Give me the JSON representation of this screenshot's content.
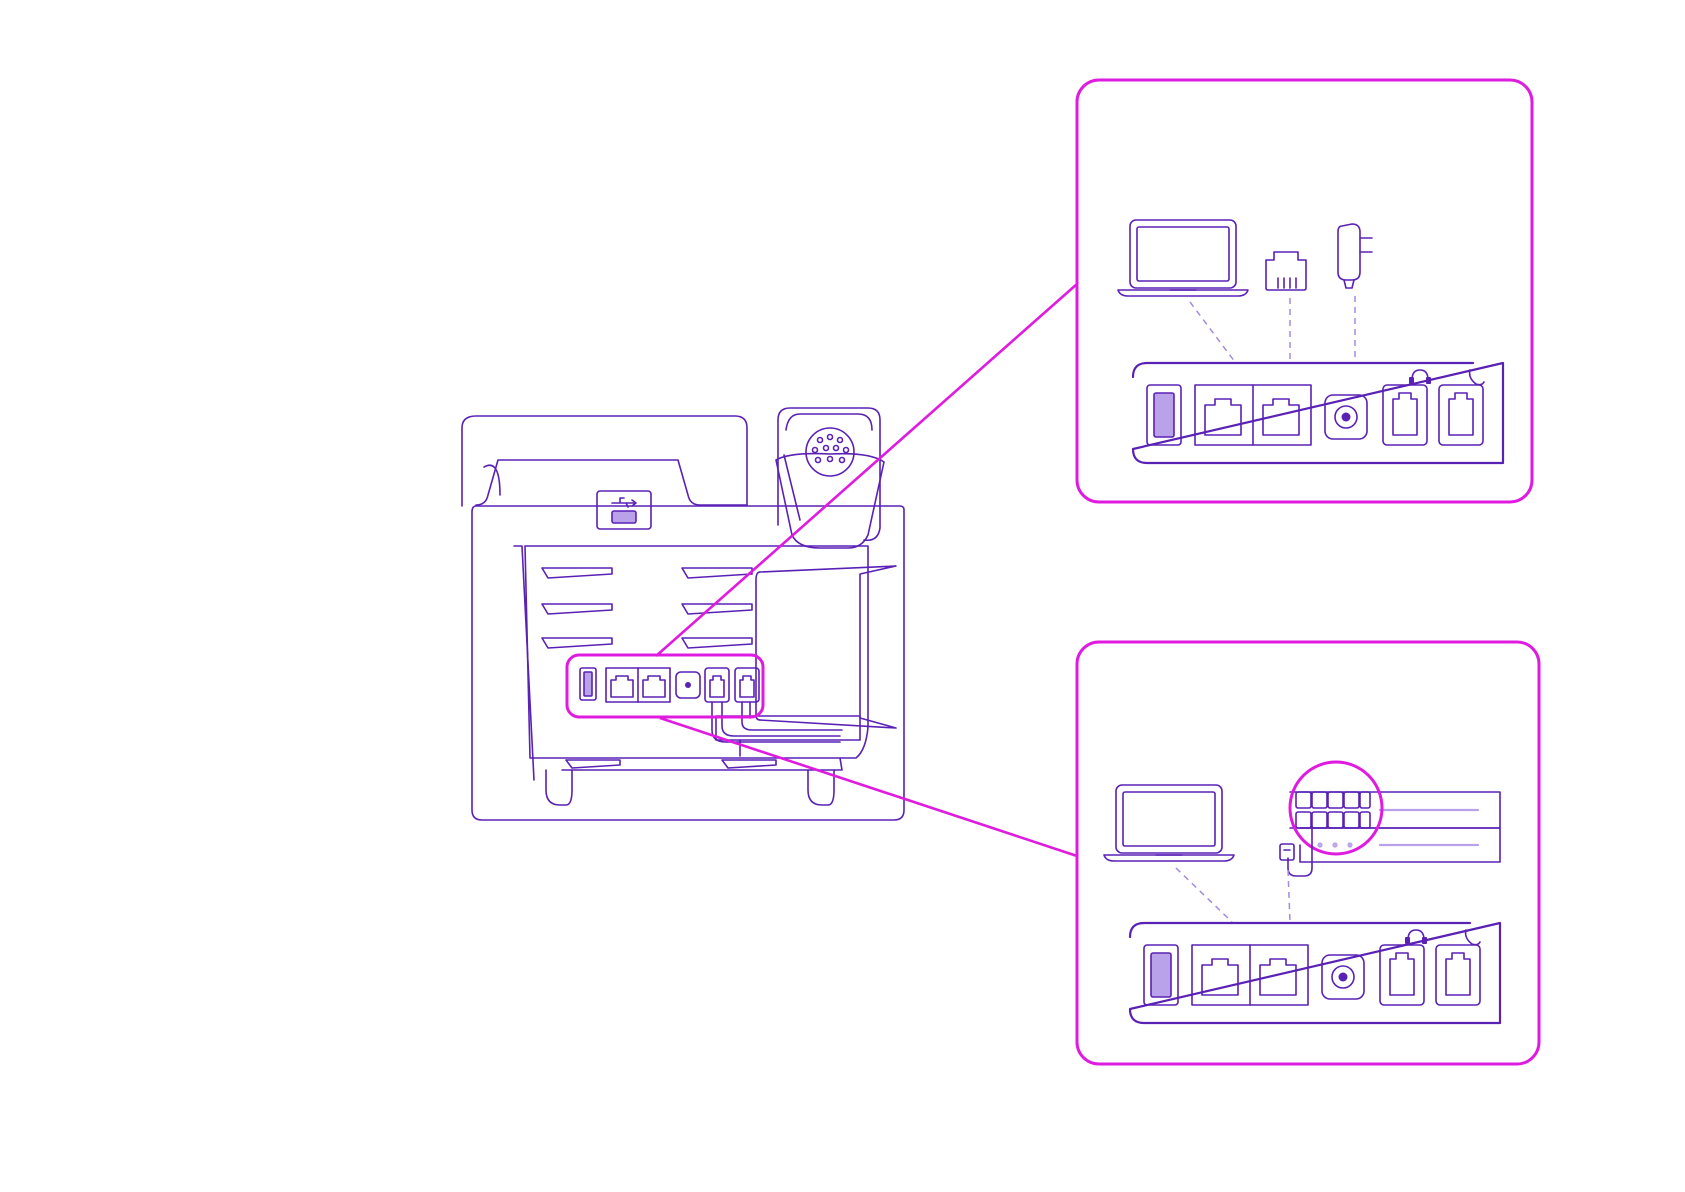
{
  "diagram": {
    "colors": {
      "line": "#5a21b5",
      "highlight": "#e01be0",
      "usb_fill": "#b9a2ea",
      "dashed_connector": "#a58be0",
      "background": "#ffffff"
    },
    "phone": {
      "icons": [
        "usb-icon",
        "handset-icon",
        "keypad-speaker-icon"
      ],
      "rear_ports": [
        "usb-port",
        "ethernet-port",
        "ethernet-port",
        "power-jack",
        "headset-port",
        "handset-port"
      ]
    },
    "zoom_panels": [
      {
        "devices": [
          "laptop-icon",
          "ethernet-plug-icon",
          "power-adapter-icon"
        ],
        "port_icons": [
          "headset-icon",
          "handset-icon"
        ]
      },
      {
        "devices": [
          "laptop-icon",
          "network-switch-icon",
          "ethernet-plug-icon"
        ],
        "port_icons": [
          "headset-icon",
          "handset-icon"
        ]
      }
    ]
  }
}
